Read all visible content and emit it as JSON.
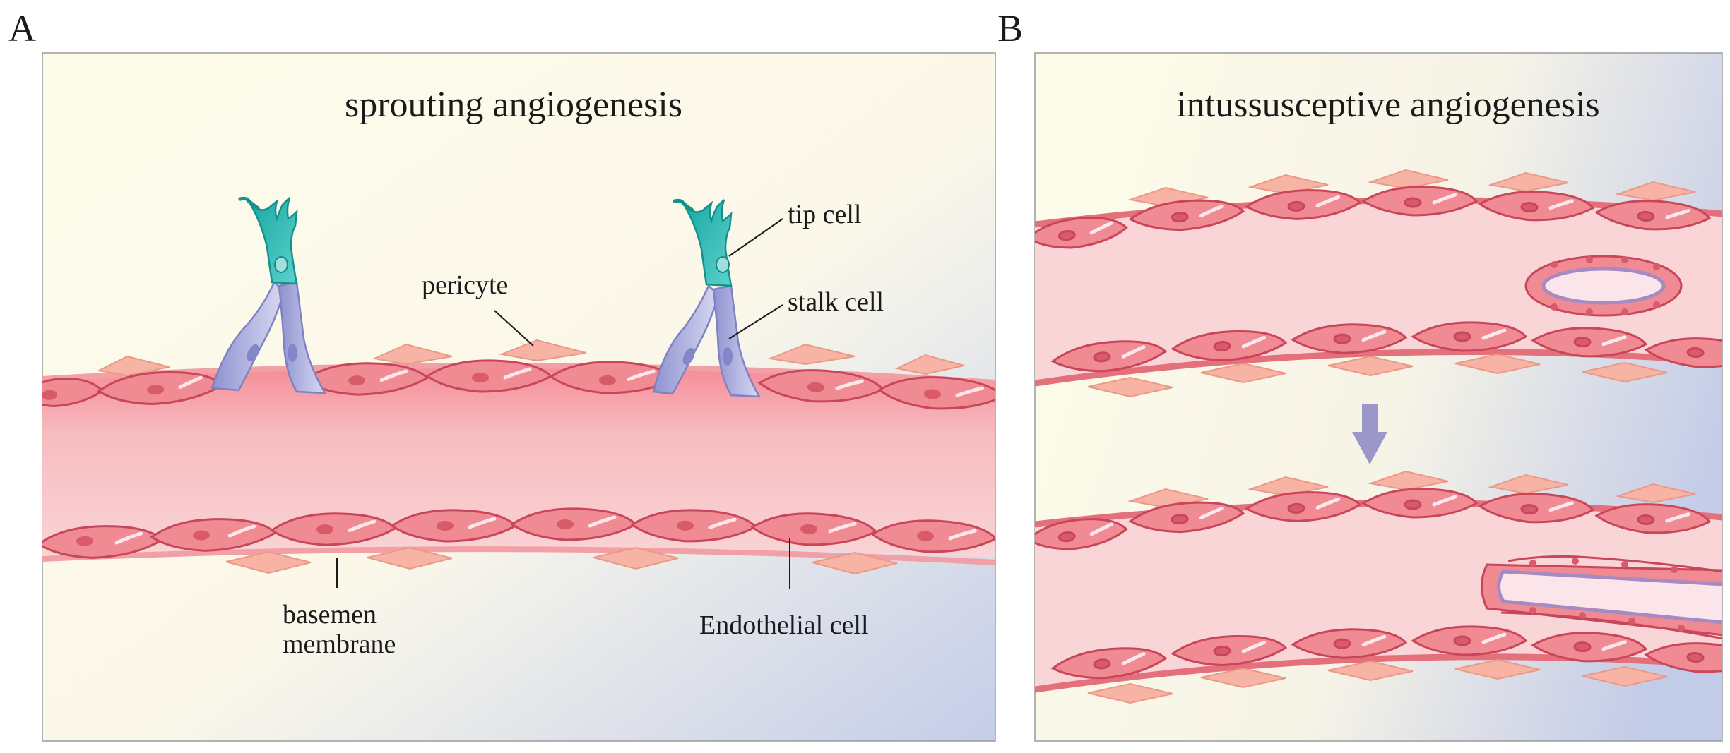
{
  "panels": [
    {
      "letter": "A",
      "title": "sprouting angiogenesis",
      "labels": {
        "pericyte": "pericyte",
        "tip_cell": "tip cell",
        "stalk_cell": "stalk cell",
        "basement_line1": "basemen",
        "basement_line2": "membrane",
        "endothelial": "Endothelial cell"
      }
    },
    {
      "letter": "B",
      "title": "intussusceptive angiogenesis"
    }
  ],
  "colors": {
    "endothelial_fill": "#f08a93",
    "endothelial_edge": "#c9455a",
    "pericyte_fill": "#f7b4a4",
    "lumen": "#f9d6d8",
    "tip_cell": "#2fb5b0",
    "stalk_cell": "#b9bce6",
    "arrow": "#9b98c9",
    "bg_light": "#fdfbea",
    "bg_blue": "#c3cce8"
  }
}
